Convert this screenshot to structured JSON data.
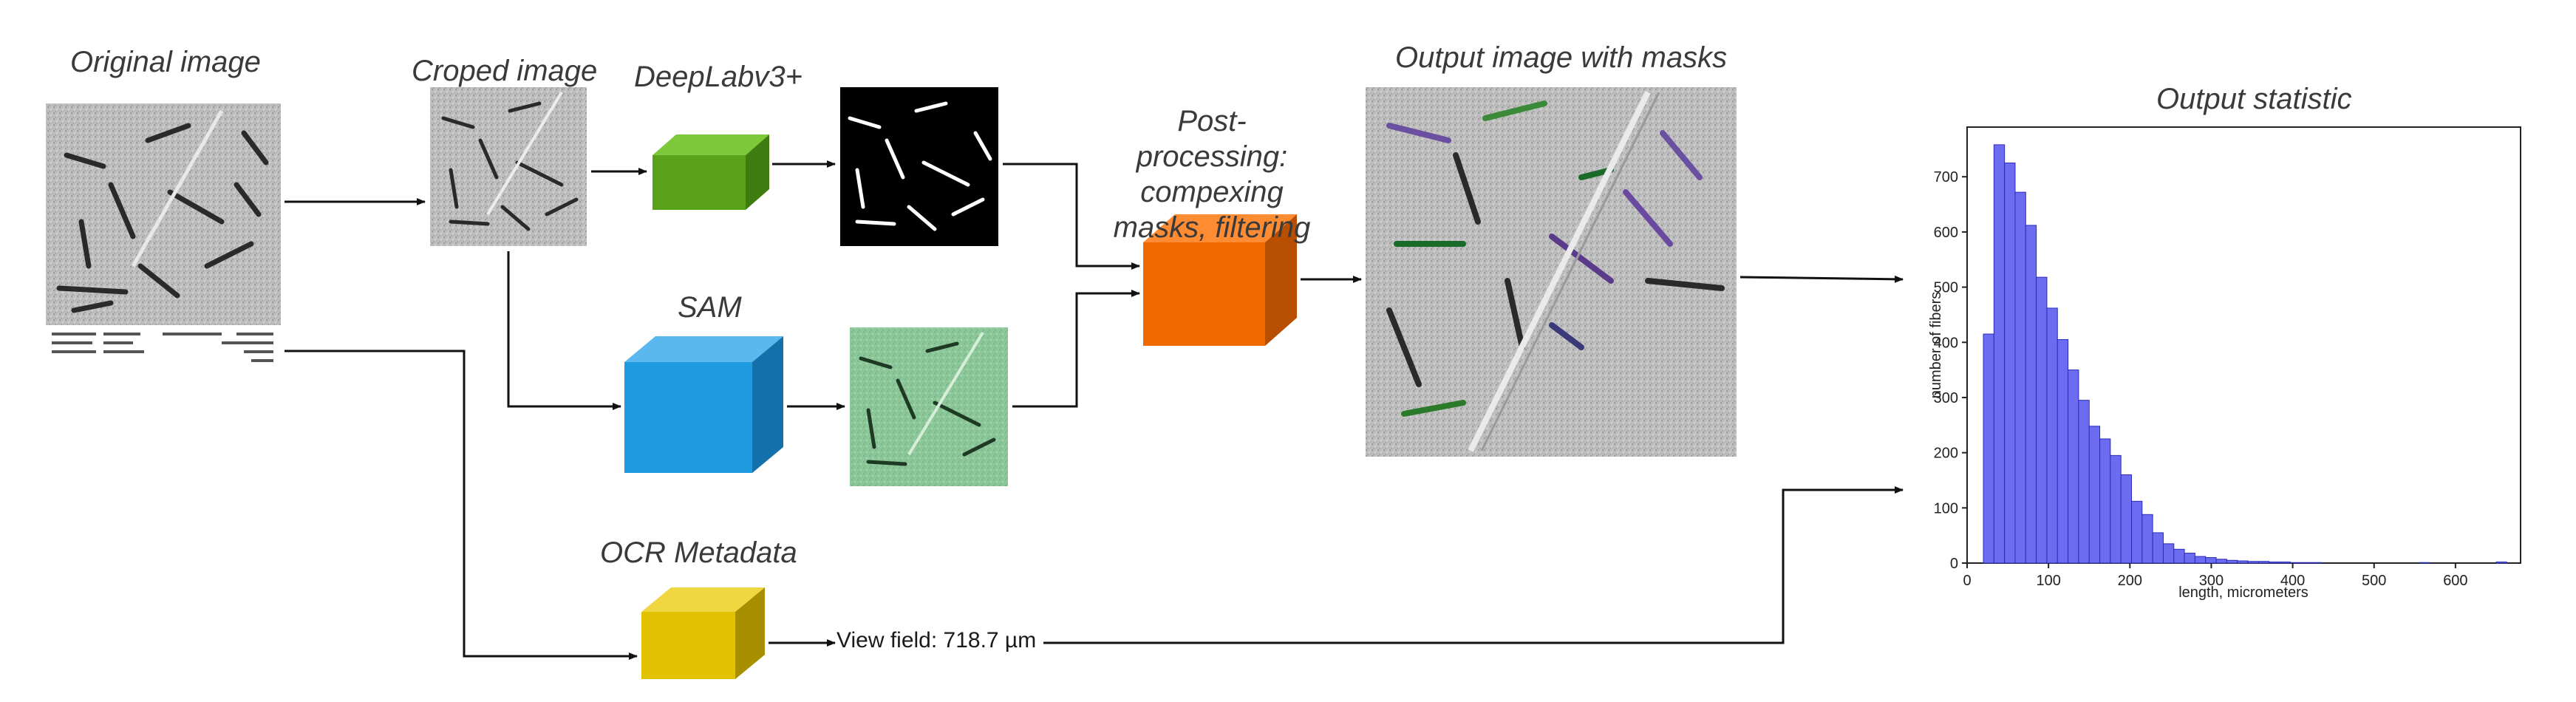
{
  "labels": {
    "original_image": "Original image",
    "croped_image": "Croped image",
    "deeplab": "DeepLabv3+",
    "sam": "SAM",
    "post_processing": "Post-processing: compexing masks, filtering",
    "output_image": "Output image with masks",
    "output_statistic": "Output statistic",
    "ocr_metadata": "OCR Metadata",
    "view_field": "View field: 718.7 µm"
  },
  "colors": {
    "deeplab_box": "#5aa21a",
    "sam_box": "#1f9ae0",
    "post_box": "#f06a00",
    "ocr_box": "#e2c100",
    "hist_bar": "#6c6cf0",
    "hist_edge": "#2b2bb8"
  },
  "chart_data": {
    "type": "bar",
    "title": "",
    "xlabel": "length, micrometers",
    "ylabel": "number of fibers",
    "xlim": [
      0,
      680
    ],
    "ylim": [
      0,
      790
    ],
    "xticks": [
      "0",
      "100",
      "200",
      "300",
      "400",
      "500",
      "600"
    ],
    "yticks": [
      "0",
      "100",
      "200",
      "300",
      "400",
      "500",
      "600",
      "700"
    ],
    "bin_width": 13,
    "bin_starts": [
      20,
      33,
      46,
      59,
      72,
      85,
      98,
      111,
      124,
      137,
      150,
      163,
      176,
      189,
      202,
      215,
      228,
      241,
      254,
      267,
      280,
      293,
      306,
      319,
      332,
      345,
      358,
      371,
      384,
      397,
      410,
      423
    ],
    "values": [
      415,
      758,
      725,
      672,
      612,
      518,
      462,
      405,
      350,
      295,
      248,
      225,
      195,
      160,
      112,
      88,
      55,
      35,
      25,
      18,
      12,
      10,
      7,
      5,
      4,
      3,
      3,
      2,
      2,
      1,
      1,
      1
    ],
    "extra_bins": [
      {
        "start": 555,
        "value": 1
      },
      {
        "start": 650,
        "value": 2
      }
    ]
  }
}
